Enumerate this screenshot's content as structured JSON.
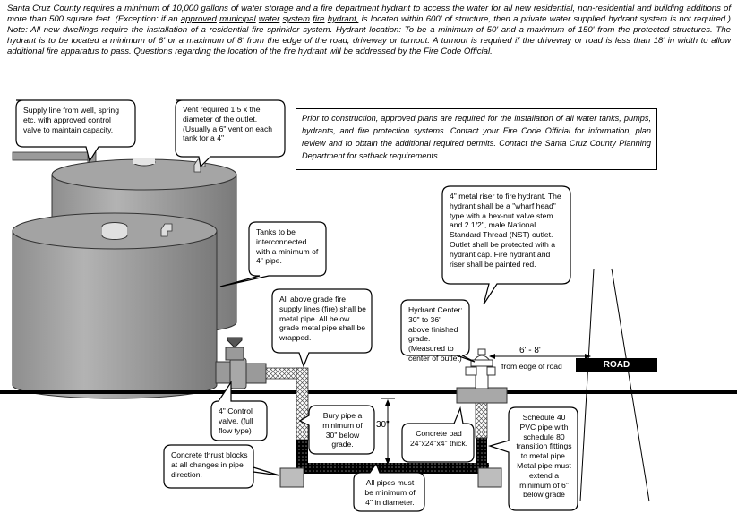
{
  "intro": {
    "part1": "Santa Cruz County requires a minimum of 10,000 gallons of water storage and a fire department hydrant to access the water for all new residential, non-residential and building additions of more than 500 square feet. (Exception: if an ",
    "u1": "approved",
    "u2": "municipal",
    "u3": "water",
    "u4": "system",
    "u5": "fire",
    "u6": "hydrant,",
    "part2": " is located within 600' of structure, then a private water supplied hydrant system is not required.) Note: All new dwellings require the installation of a residential fire sprinkler system. Hydrant location: To be a minimum of 50' and a maximum of 150' from the protected structures. The hydrant is to be located a minimum of 6' or a maximum of 8' from the edge of the road, driveway or turnout. A turnout is required if the driveway or road is less than 18' in width to allow additional fire apparatus to pass. Questions regarding the location of the fire hydrant will be addressed by the Fire Code Official."
  },
  "notice": "Prior to construction, approved plans are required for the installation of all water tanks, pumps, hydrants, and fire protection systems. Contact your Fire Code Official for information, plan review and to obtain the additional required permits. Contact the Santa Cruz County Planning Department for setback requirements.",
  "callouts": {
    "supply_line": "Supply line from well, spring etc. with approved control valve to maintain capacity.",
    "vent": "Vent required 1.5 x the diameter of the outlet. (Usually a 6\" vent on each tank for a 4\"",
    "tanks": "Tanks to be interconnected with a minimum of 4\" pipe.",
    "metal_riser": "4\" metal riser to fire hydrant. The hydrant shall be a \"wharf head\" type with a hex-nut valve stem and 2 1/2\", male National Standard Thread (NST) outlet. Outlet shall be protected with a hydrant cap. Fire hydrant and riser shall be painted red.",
    "above_grade": "All above grade fire supply lines (fire) shall be metal pipe. All below grade metal pipe shall be wrapped.",
    "hydrant_center": "Hydrant Center: 30\" to 36\" above finished grade. (Measured to center of outlet)",
    "control_valve": "4\" Control valve. (full flow type)",
    "bury_pipe": "Bury pipe a minimum of 30\" below grade.",
    "concrete_pad": "Concrete pad 24\"x24\"x4\" thick.",
    "schedule40": "Schedule 40 PVC pipe with schedule 80 transition fittings to metal pipe. Metal pipe must extend a minimum of 6\" below grade",
    "thrust_blocks": "Concrete thrust blocks at all changes in pipe direction.",
    "all_pipes": "All pipes must be minimum of 4\" in diameter."
  },
  "labels": {
    "distance": "6' - 8'",
    "from_road": "from edge of road",
    "depth": "30\"",
    "road": "ROAD"
  }
}
